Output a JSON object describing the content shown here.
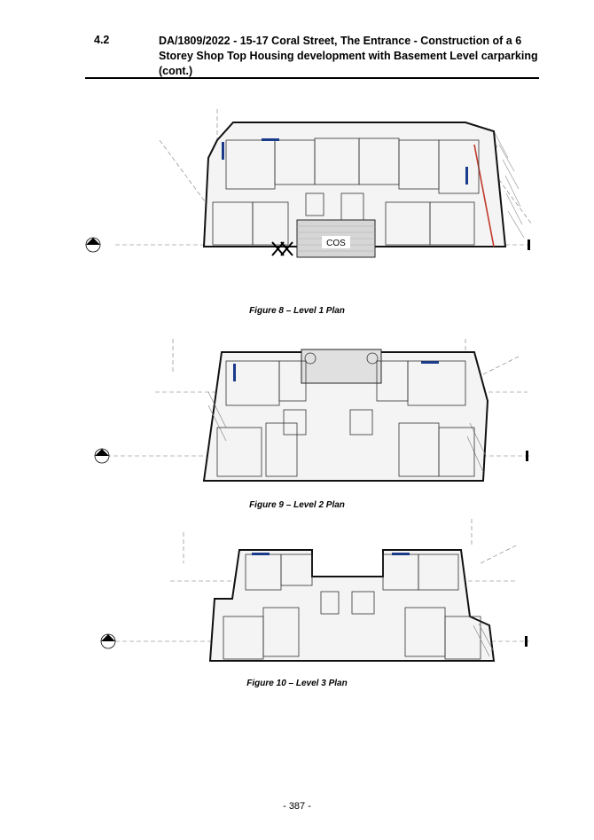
{
  "header": {
    "item_number": "4.2",
    "item_title": "DA/1809/2022 - 15-17 Coral Street, The Entrance - Construction of a 6 Storey Shop Top Housing development with Basement Level carparking (cont.)"
  },
  "figures": [
    {
      "caption": "Figure 8 – Level 1 Plan",
      "cos_label": "COS"
    },
    {
      "caption": "Figure 9 – Level 2 Plan"
    },
    {
      "caption": "Figure 10 – Level 3 Plan"
    }
  ],
  "footer": {
    "page_number": "- 387 -"
  }
}
